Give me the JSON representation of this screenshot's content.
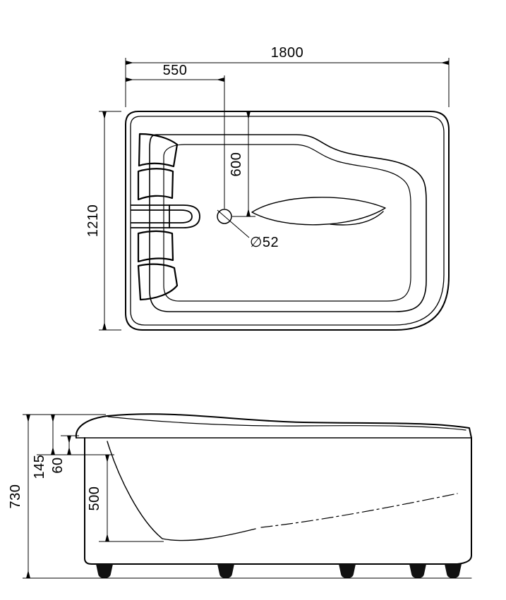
{
  "drawing": {
    "kind": "bathtub dimension drawing",
    "line_color": "#000000",
    "background_color": "#ffffff"
  },
  "top_view": {
    "dims": {
      "overall_width": "1800",
      "drain_offset_x": "550",
      "drain_offset_y": "600",
      "overall_depth": "1210",
      "drain_diameter": "∅52"
    }
  },
  "side_view": {
    "dims": {
      "overall_height": "730",
      "rim_to_ledge": "145",
      "lip_height": "60",
      "basin_depth": "500"
    }
  }
}
